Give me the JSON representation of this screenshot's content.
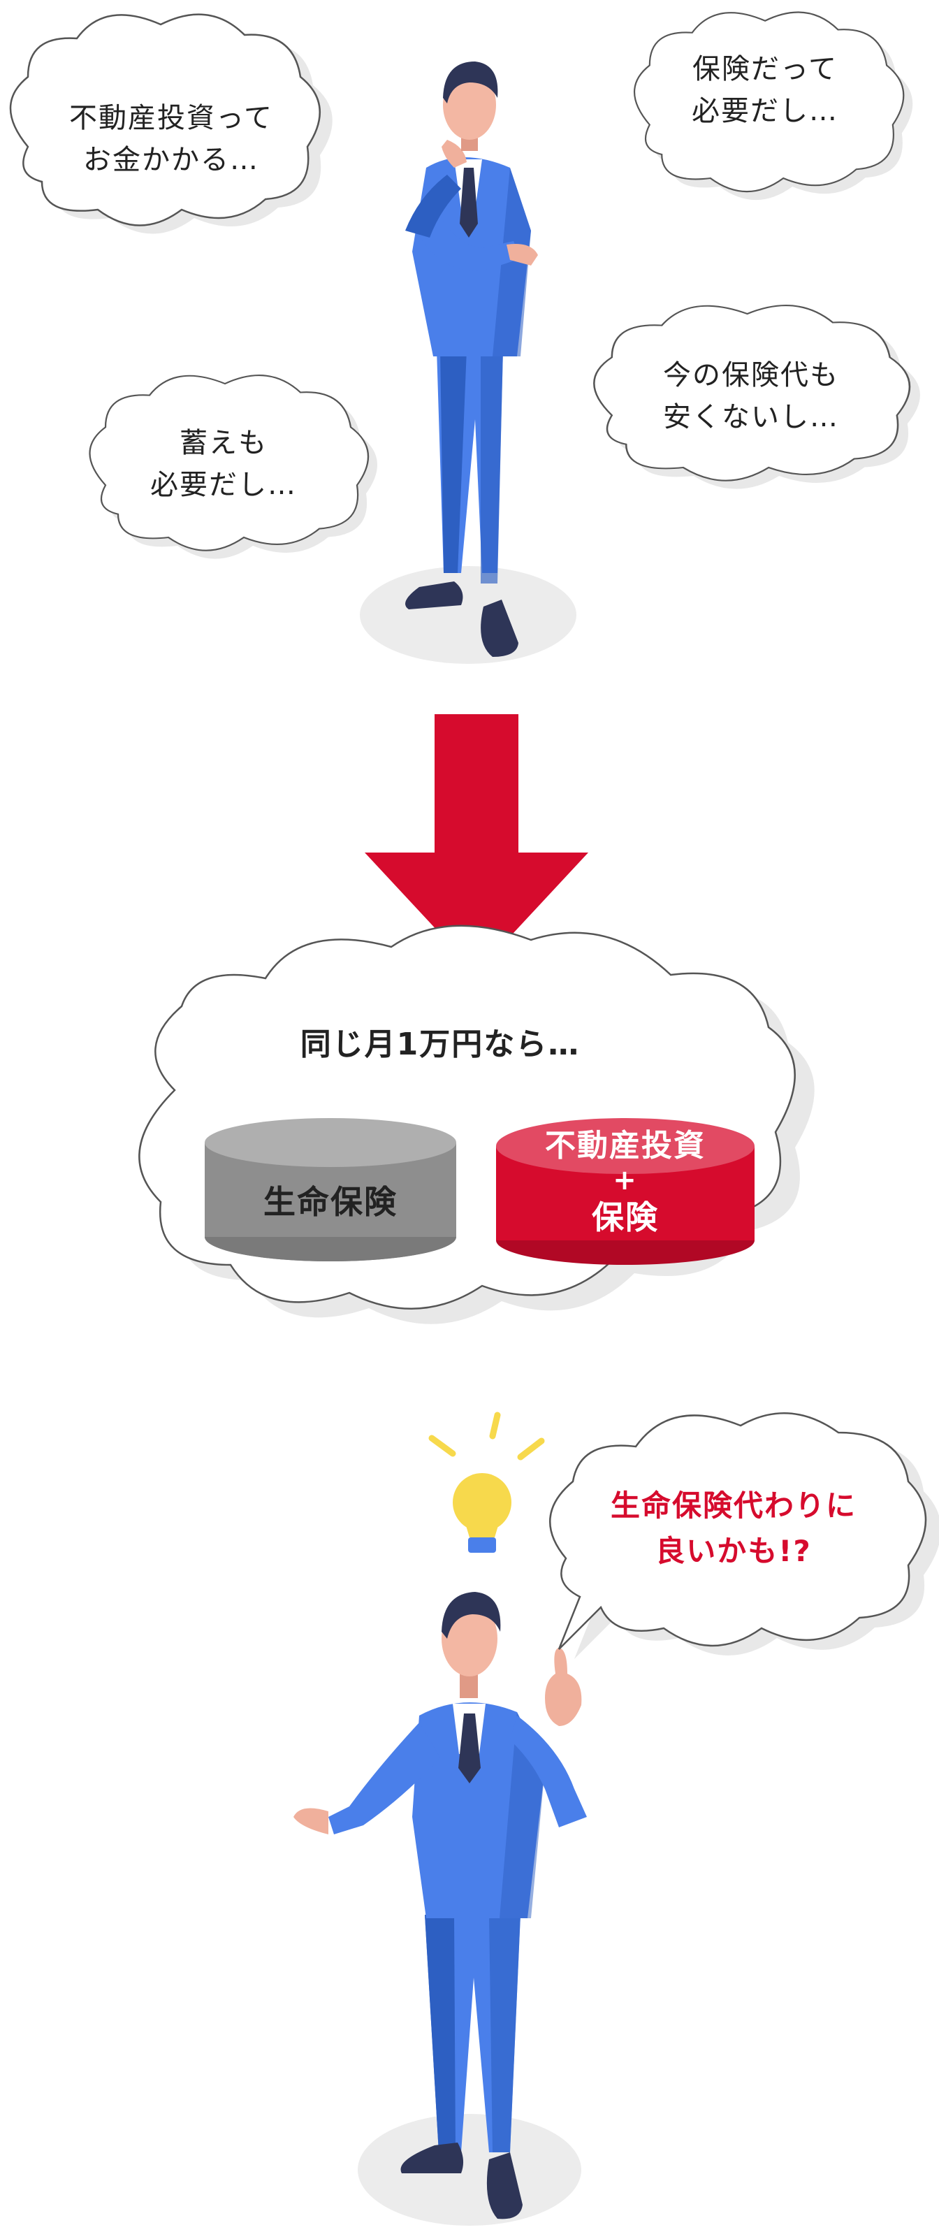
{
  "thought_bubbles": {
    "investment_cost": {
      "line1": "不動産投資って",
      "line2": "お金かかる…"
    },
    "insurance_needed": {
      "line1": "保険だって",
      "line2": "必要だし…"
    },
    "premium_expensive": {
      "line1": "今の保険代も",
      "line2": "安くないし…"
    },
    "savings_needed": {
      "line1": "蓄えも",
      "line2": "必要だし…"
    }
  },
  "comparison": {
    "caption": "同じ月1万円なら…",
    "life_insurance_label": "生命保険",
    "combo_top": "不動産投資",
    "combo_plus": "+",
    "combo_bottom": "保険"
  },
  "idea_bubble": {
    "line1": "生命保険代わりに",
    "line2": "良いかも!?"
  },
  "colors": {
    "accent_red": "#D60B2D",
    "suit_blue": "#4A7FEA",
    "suit_shadow": "#2D5FC2",
    "cloud_fill": "#FFFFFF",
    "cloud_shadow": "#E8E8E8",
    "gray_cylinder": "#8E8E8E",
    "bulb_yellow": "#F7D94C"
  },
  "icons": {
    "arrow": "arrow-down-icon",
    "bulb": "lightbulb-icon"
  }
}
